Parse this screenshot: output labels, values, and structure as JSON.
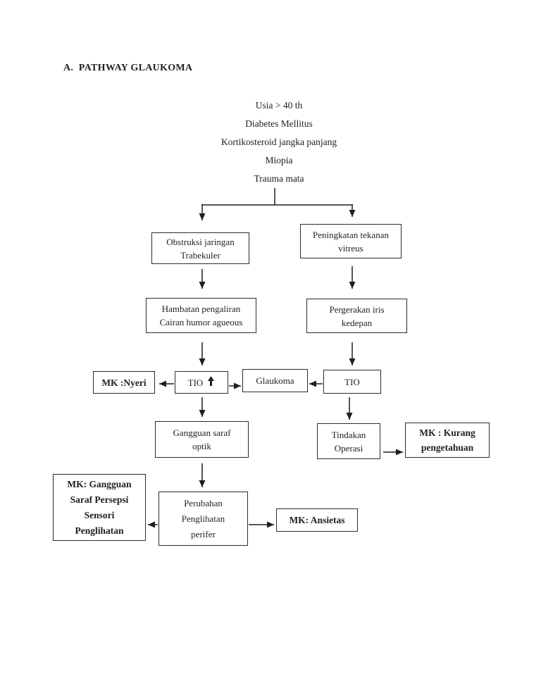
{
  "page": {
    "title": "A.  PATHWAY GLAUKOMA"
  },
  "colors": {
    "ink": "#1f1f1f",
    "border": "#2b2b2b",
    "background": "#ffffff"
  },
  "risk_factors": [
    "Usia > 40 th",
    "Diabetes Mellitus",
    "Kortikosteroid jangka panjang",
    "Miopia",
    "Trauma mata"
  ],
  "nodes": {
    "obstruksi_jaringan": {
      "lines": [
        "Obstruksi jaringan",
        "Trabekuler"
      ]
    },
    "peningkatan_tekanan": {
      "lines": [
        "Peningkatan tekanan",
        "vitreus"
      ]
    },
    "hambatan_pengaliran": {
      "lines": [
        "Hambatan pengaliran",
        "Cairan humor agueous"
      ]
    },
    "pergerakan_iris": {
      "lines": [
        "Pergerakan iris",
        "kedepan"
      ]
    },
    "mk_nyeri": {
      "label": "MK :Nyeri"
    },
    "tio_kiri": {
      "label": "TIO",
      "symbol": "increase-up-arrow"
    },
    "glaukoma": {
      "label": "Glaukoma"
    },
    "tio_kanan": {
      "label": "TIO"
    },
    "gangguan_saraf_optik": {
      "lines": [
        "Gangguan saraf",
        "optik"
      ]
    },
    "tindakan_operasi": {
      "lines": [
        "Tindakan",
        "Operasi"
      ]
    },
    "mk_kurang_pengetahuan": {
      "lines": [
        "MK : Kurang",
        "pengetahuan"
      ]
    },
    "mk_gangguan_persepsi": {
      "lines": [
        "MK: Gangguan",
        "Saraf Persepsi",
        "Sensori",
        "Penglihatan"
      ]
    },
    "perubahan_penglihatan": {
      "lines": [
        "Perubahan",
        "Penglihatan",
        "perifer"
      ]
    },
    "mk_ansietas": {
      "label": "MK: Ansietas"
    }
  },
  "edges": [
    {
      "from": "risk_factors",
      "to": "obstruksi_jaringan"
    },
    {
      "from": "risk_factors",
      "to": "peningkatan_tekanan"
    },
    {
      "from": "obstruksi_jaringan",
      "to": "hambatan_pengaliran"
    },
    {
      "from": "peningkatan_tekanan",
      "to": "pergerakan_iris"
    },
    {
      "from": "hambatan_pengaliran",
      "to": "tio_kiri"
    },
    {
      "from": "pergerakan_iris",
      "to": "tio_kanan"
    },
    {
      "from": "tio_kiri",
      "to": "mk_nyeri"
    },
    {
      "from": "tio_kiri",
      "to": "glaukoma"
    },
    {
      "from": "tio_kanan",
      "to": "glaukoma"
    },
    {
      "from": "tio_kiri",
      "to": "gangguan_saraf_optik"
    },
    {
      "from": "tio_kanan",
      "to": "tindakan_operasi"
    },
    {
      "from": "tindakan_operasi",
      "to": "mk_kurang_pengetahuan"
    },
    {
      "from": "gangguan_saraf_optik",
      "to": "perubahan_penglihatan"
    },
    {
      "from": "perubahan_penglihatan",
      "to": "mk_gangguan_persepsi"
    },
    {
      "from": "perubahan_penglihatan",
      "to": "mk_ansietas"
    }
  ]
}
